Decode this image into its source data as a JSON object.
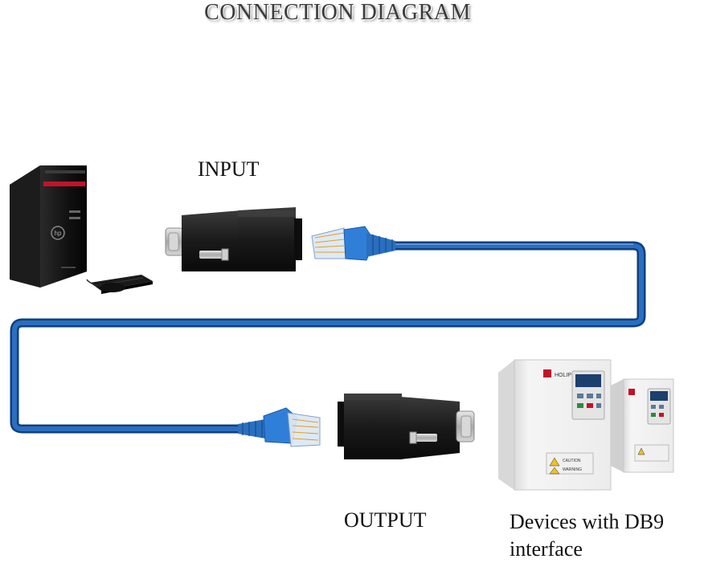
{
  "title": "CONNECTION DIAGRAM",
  "labels": {
    "input": "INPUT",
    "output": "OUTPUT",
    "devices_line1": "Devices with DB9",
    "devices_line2": "interface"
  },
  "device_text": {
    "brand": "HOLIP",
    "caution": "CAUTION",
    "warning": "WARNING"
  },
  "colors": {
    "cable": "#1a5aa8",
    "adapter": "#1b1b1b",
    "db9_metal": "#c9c9c9",
    "connector_blue": "#2f7fd8"
  }
}
